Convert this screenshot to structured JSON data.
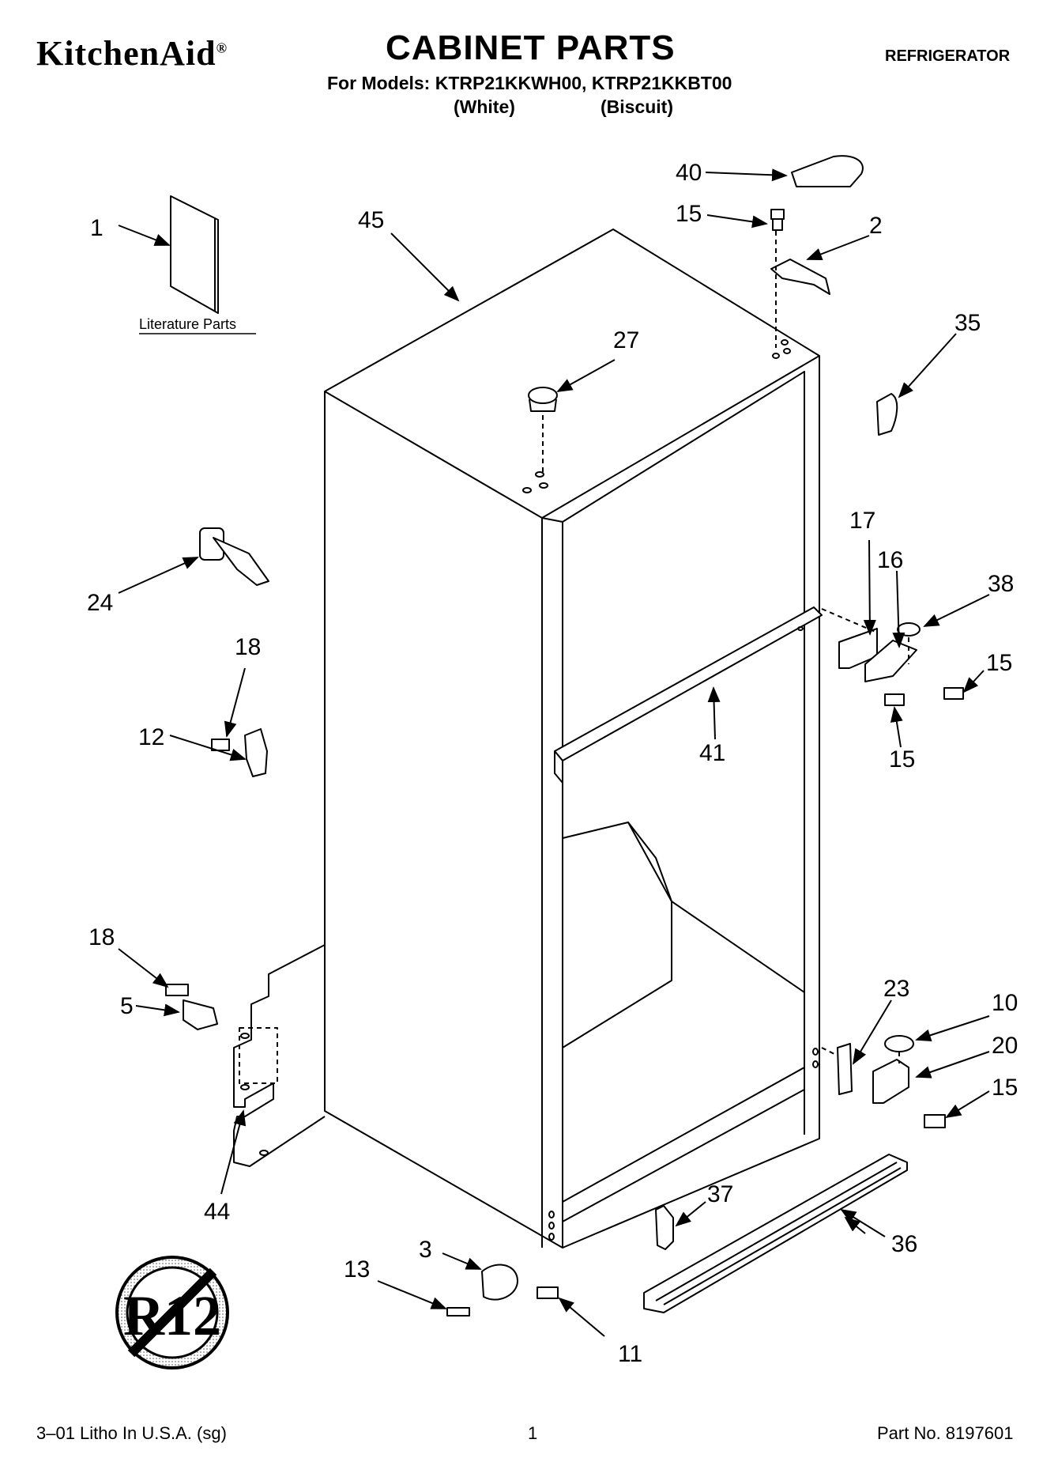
{
  "header": {
    "brand": "KitchenAid",
    "brand_mark": "®",
    "title": "CABINET PARTS",
    "appliance": "REFRIGERATOR",
    "models_line": "For Models: KTRP21KKWH00, KTRP21KKBT00",
    "color_white": "(White)",
    "color_biscuit": "(Biscuit)"
  },
  "diagram": {
    "literature_label": "Literature Parts",
    "r12_logo_text": "R12",
    "callouts": {
      "c1": "1",
      "c45": "45",
      "c40": "40",
      "c15a": "15",
      "c2": "2",
      "c35": "35",
      "c27": "27",
      "c17": "17",
      "c16": "16",
      "c38": "38",
      "c15b": "15",
      "c15c": "15",
      "c24": "24",
      "c18a": "18",
      "c12": "12",
      "c41": "41",
      "c18b": "18",
      "c5": "5",
      "c23": "23",
      "c10": "10",
      "c20": "20",
      "c15d": "15",
      "c44": "44",
      "c37": "37",
      "c36": "36",
      "c3": "3",
      "c13": "13",
      "c11": "11"
    }
  },
  "footer": {
    "left": "3–01 Litho In U.S.A. (sg)",
    "page": "1",
    "part_no": "Part No. 8197601"
  }
}
